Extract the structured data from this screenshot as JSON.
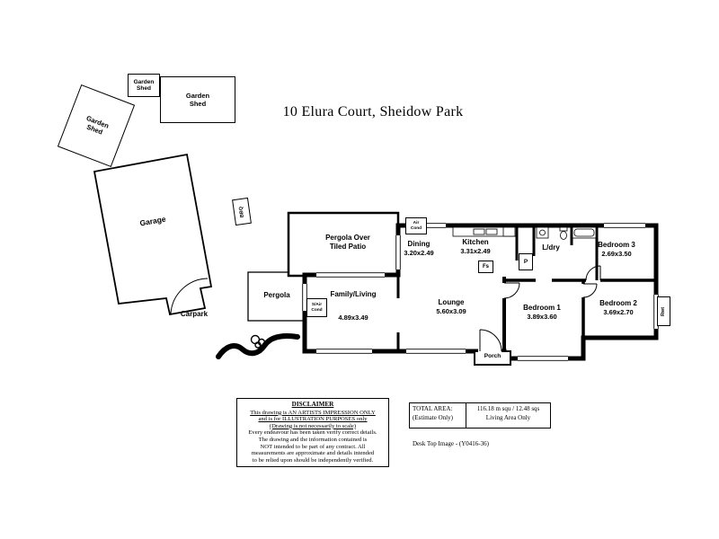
{
  "page": {
    "title": "10 Elura Court, Sheidow Park",
    "background": "#ffffff",
    "wall_color": "#000000"
  },
  "outbuildings": {
    "shed_tag": {
      "line1": "Garden",
      "line2": "Shed"
    },
    "shed_top": {
      "line1": "Garden",
      "line2": "Shed"
    },
    "shed_left": {
      "line1": "Garden",
      "line2": "Shed"
    },
    "garage": {
      "label": "Garage"
    },
    "carpark": {
      "label": "Carpark"
    },
    "bbq": {
      "label": "BBQ"
    }
  },
  "rooms": {
    "pergola_patio": {
      "line1": "Pergola Over",
      "line2": "Tiled Patio"
    },
    "pergola": {
      "label": "Pergola"
    },
    "family_living": {
      "name": "Family/Living",
      "dims": "4.89x3.49"
    },
    "dining": {
      "name": "Dining",
      "dims": "3.20x2.49"
    },
    "kitchen": {
      "name": "Kitchen",
      "dims": "3.31x2.49"
    },
    "laundry": {
      "name": "L/dry"
    },
    "lounge": {
      "name": "Lounge",
      "dims": "5.60x3.09"
    },
    "bedroom1": {
      "name": "Bedroom 1",
      "dims": "3.89x3.60"
    },
    "bedroom2": {
      "name": "Bedroom 2",
      "dims": "3.69x2.70"
    },
    "bedroom3": {
      "name": "Bedroom 3",
      "dims": "2.69x3.50"
    },
    "porch": {
      "name": "Porch"
    }
  },
  "fixtures": {
    "air_cond": {
      "line1": "Air",
      "line2": "Cond"
    },
    "split_air_cond": {
      "line1": "S/Air",
      "line2": "Cond"
    },
    "fireplace": {
      "label": "Fs"
    },
    "pantry": {
      "label": "P"
    },
    "rainwater_tank": {
      "label": "Rwt"
    }
  },
  "disclaimer": {
    "heading": "DISCLAIMER",
    "underlined_lines": [
      "This drawing is AN ARTISTS IMPRESSION ONLY",
      "and is for ILLUSTRATION PURPOSES only",
      "(Drawing is not necessarily to scale)"
    ],
    "lines": [
      "Every endeavour has been taken verify correct details.",
      "The drawing and the information contained is",
      "NOT intended to be part of any contract.  All",
      "measurements are approximate and details intended",
      "to be relied upon should be independently verified."
    ]
  },
  "total_area": {
    "label_line1": "TOTAL AREA:",
    "label_line2": "(Estimate Only)",
    "value_line1": "116.18 m squ / 12.48 sqs",
    "value_line2": "Living Area Only"
  },
  "footer": {
    "note": "Desk Top Image - (Y0416-36)"
  }
}
